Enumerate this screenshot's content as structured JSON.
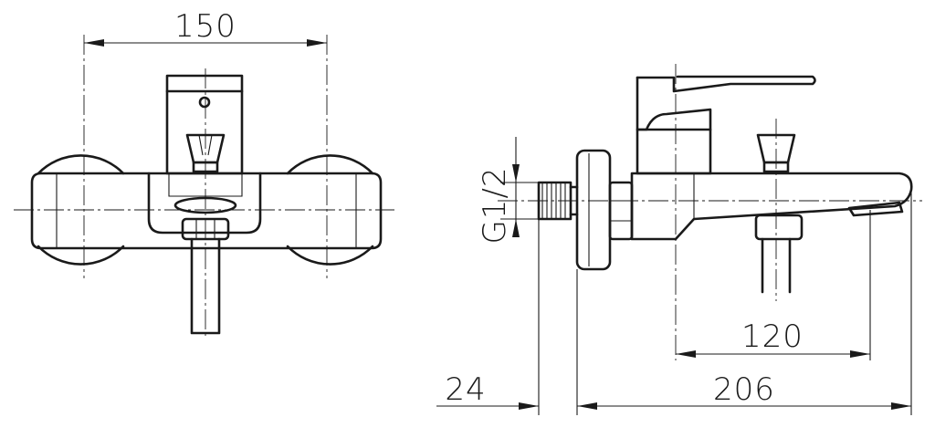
{
  "dimensions": {
    "width_front": "150",
    "thread": "G1/2",
    "spout_to_center": "120",
    "wall_offset": "24",
    "total_depth": "206"
  }
}
